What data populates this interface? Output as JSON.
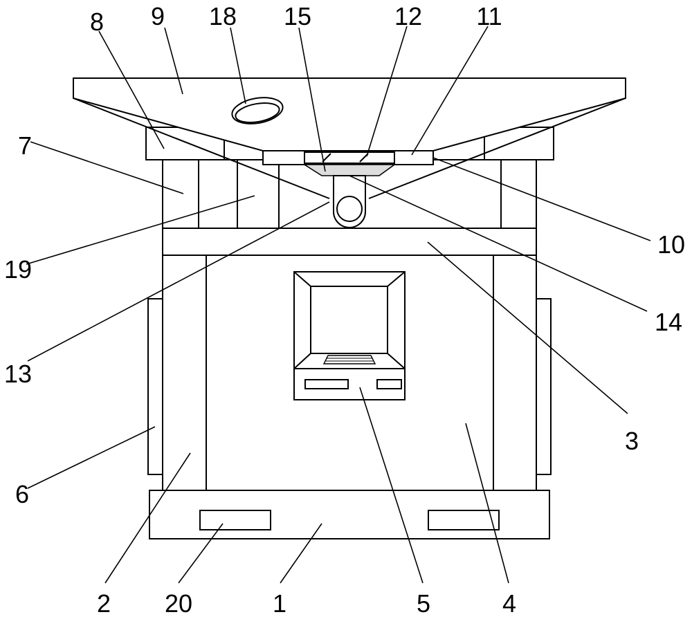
{
  "labels": {
    "l1": "1",
    "l2": "2",
    "l3": "3",
    "l4": "4",
    "l5": "5",
    "l6": "6",
    "l7": "7",
    "l8": "8",
    "l9": "9",
    "l10": "10",
    "l11": "11",
    "l12": "12",
    "l13": "13",
    "l14": "14",
    "l15": "15",
    "l18": "18",
    "l19": "19",
    "l20": "20"
  }
}
